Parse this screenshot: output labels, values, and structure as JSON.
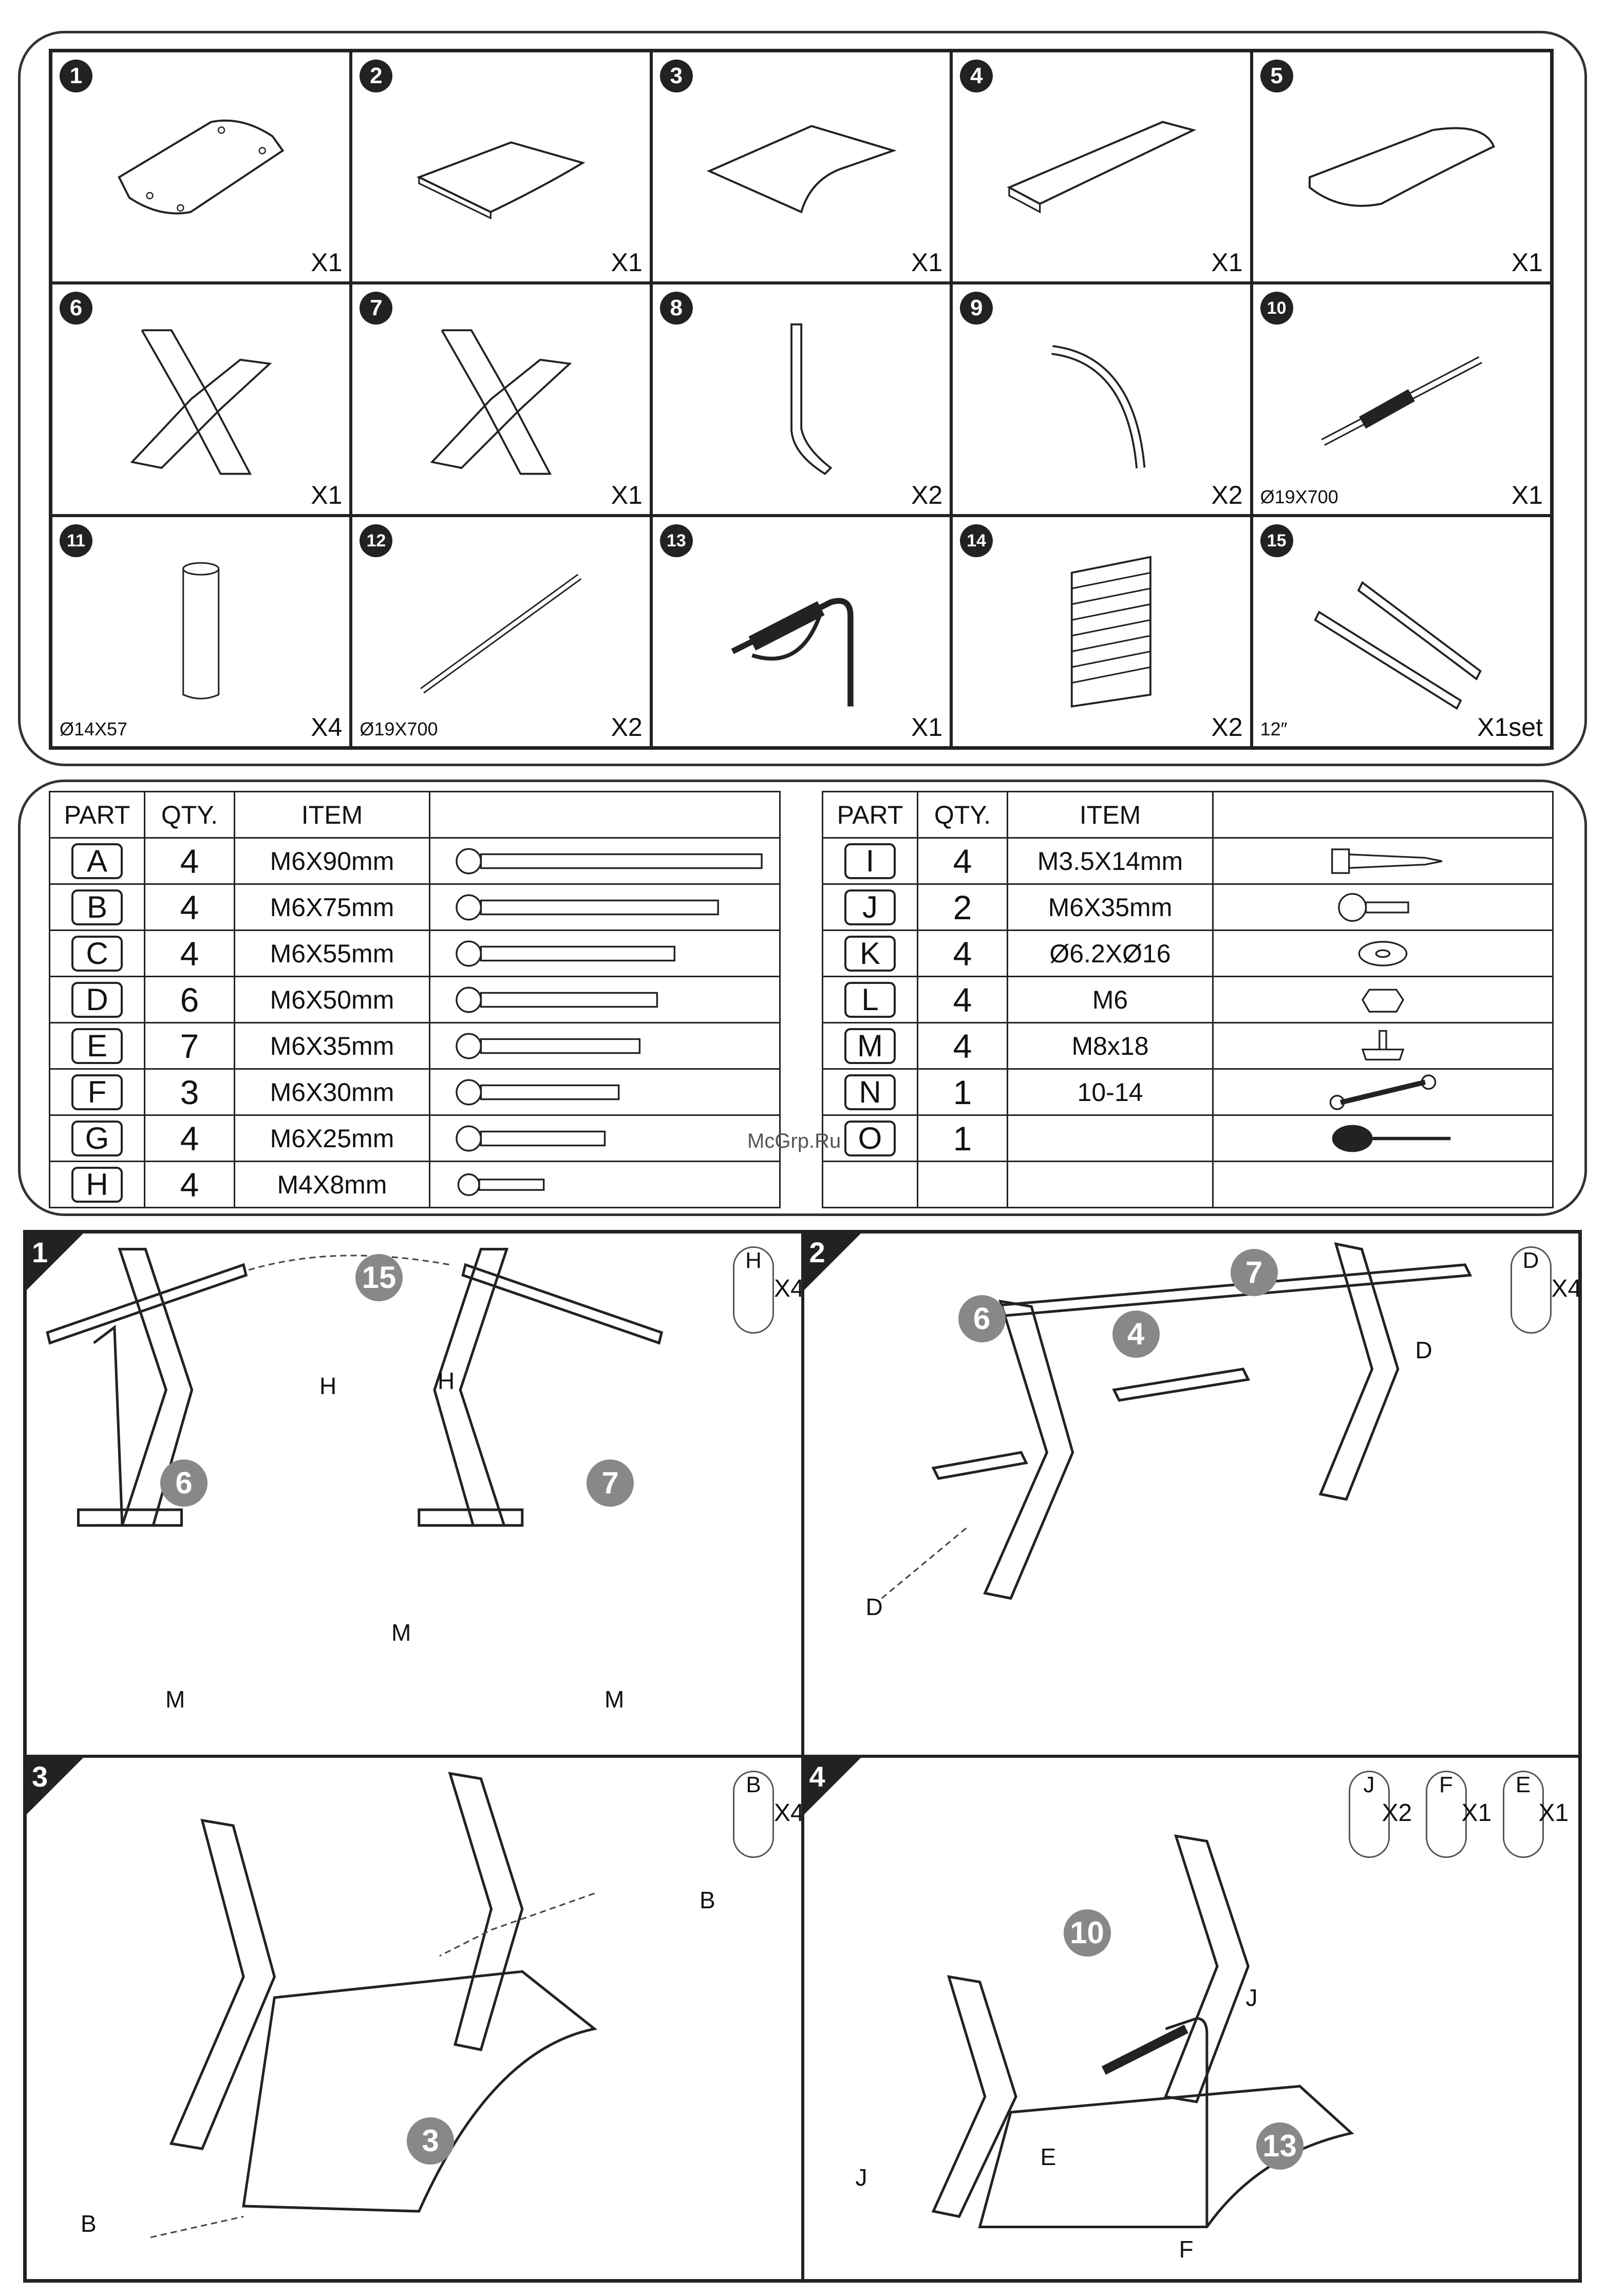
{
  "parts": [
    {
      "num": "1",
      "qty": "X1"
    },
    {
      "num": "2",
      "qty": "X1"
    },
    {
      "num": "3",
      "qty": "X1"
    },
    {
      "num": "4",
      "qty": "X1"
    },
    {
      "num": "5",
      "qty": "X1"
    },
    {
      "num": "6",
      "qty": "X1"
    },
    {
      "num": "7",
      "qty": "X1"
    },
    {
      "num": "8",
      "qty": "X2"
    },
    {
      "num": "9",
      "qty": "X2"
    },
    {
      "num": "10",
      "qty": "X1",
      "dim": "Ø19X700"
    },
    {
      "num": "11",
      "qty": "X4",
      "dim": "Ø14X57"
    },
    {
      "num": "12",
      "qty": "X2",
      "dim": "Ø19X700"
    },
    {
      "num": "13",
      "qty": "X1"
    },
    {
      "num": "14",
      "qty": "X2"
    },
    {
      "num": "15",
      "qty": "X1set",
      "dim": "12″"
    }
  ],
  "hardware_headers": {
    "part": "PART",
    "qty": "QTY.",
    "item": "ITEM"
  },
  "hardware_left": [
    {
      "part": "A",
      "qty": "4",
      "item": "M6X90mm"
    },
    {
      "part": "B",
      "qty": "4",
      "item": "M6X75mm"
    },
    {
      "part": "C",
      "qty": "4",
      "item": "M6X55mm"
    },
    {
      "part": "D",
      "qty": "6",
      "item": "M6X50mm"
    },
    {
      "part": "E",
      "qty": "7",
      "item": "M6X35mm"
    },
    {
      "part": "F",
      "qty": "3",
      "item": "M6X30mm"
    },
    {
      "part": "G",
      "qty": "4",
      "item": "M6X25mm"
    },
    {
      "part": "H",
      "qty": "4",
      "item": "M4X8mm"
    }
  ],
  "hardware_right": [
    {
      "part": "I",
      "qty": "4",
      "item": "M3.5X14mm"
    },
    {
      "part": "J",
      "qty": "2",
      "item": "M6X35mm"
    },
    {
      "part": "K",
      "qty": "4",
      "item": "Ø6.2XØ16"
    },
    {
      "part": "L",
      "qty": "4",
      "item": "M6"
    },
    {
      "part": "M",
      "qty": "4",
      "item": "M8x18"
    },
    {
      "part": "N",
      "qty": "1",
      "item": "10-14"
    },
    {
      "part": "O",
      "qty": "1",
      "item": ""
    },
    {
      "part": "",
      "qty": "",
      "item": ""
    }
  ],
  "watermark": "McGrp.Ru",
  "steps": [
    {
      "num": "1",
      "hw": [
        {
          "letter": "H",
          "count": "X4"
        }
      ],
      "labels": [
        "15",
        "H",
        "H",
        "6",
        "7",
        "M",
        "M",
        "M"
      ]
    },
    {
      "num": "2",
      "hw": [
        {
          "letter": "D",
          "count": "X4"
        }
      ],
      "labels": [
        "7",
        "6",
        "4",
        "D",
        "D"
      ]
    },
    {
      "num": "3",
      "hw": [
        {
          "letter": "B",
          "count": "X4"
        }
      ],
      "labels": [
        "B",
        "B",
        "3"
      ]
    },
    {
      "num": "4",
      "hw": [
        {
          "letter": "J",
          "count": "X2"
        },
        {
          "letter": "F",
          "count": "X1"
        },
        {
          "letter": "E",
          "count": "X1"
        }
      ],
      "labels": [
        "10",
        "J",
        "J",
        "E",
        "13",
        "F"
      ]
    }
  ]
}
